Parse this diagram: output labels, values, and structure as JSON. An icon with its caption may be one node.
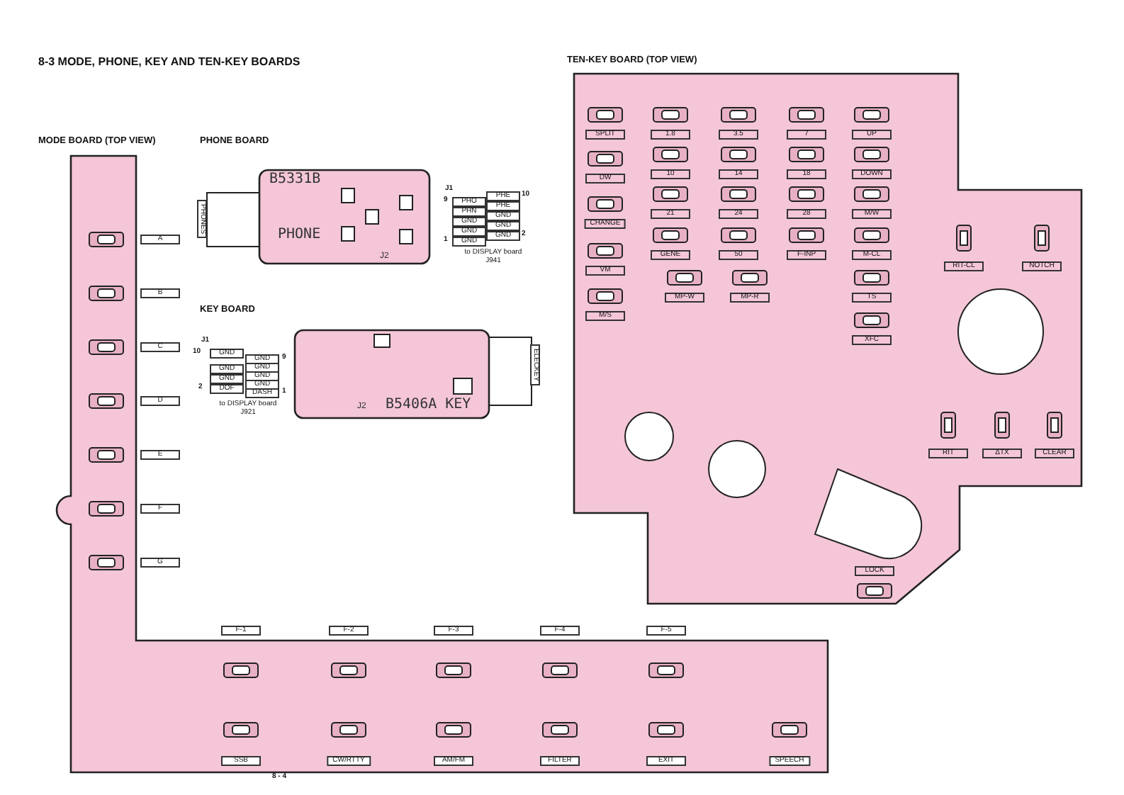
{
  "diagram": {
    "title": "8-3 MODE, PHONE, KEY AND TEN-KEY BOARDS",
    "labels": [
      "MODE BOARD (TOP VIEW)",
      "PHONE BOARD",
      "TEN-KEY BOARD (TOP VIEW)",
      "KEY BOARD",
      "A",
      "B",
      "C",
      "D",
      "E",
      "F",
      "G",
      "PHONES",
      "B5331B",
      "PHONE",
      "J2",
      "J1",
      "9",
      "PHO",
      "PHN",
      "GND",
      "GND",
      "1",
      "GND",
      "PHE",
      "10",
      "PHE",
      "GND",
      "GND",
      "GND",
      "2",
      "to DISPLAY board J941",
      "J1",
      "10",
      "GND",
      "GND",
      "GND",
      "2",
      "DOF",
      "GND",
      "9",
      "GND",
      "GND",
      "GND",
      "DASH",
      "1",
      "to DISPLAY board J921",
      "J2",
      "B5406A KEY",
      "ELECKEY",
      "SPLIT",
      "1.8",
      "3.5",
      "7",
      "UP",
      "DW",
      "10",
      "14",
      "18",
      "DOWN",
      "21",
      "24",
      "28",
      "M/W",
      "CHANGE",
      "GENE",
      "50",
      "F-INP",
      "M-CL",
      "RIT-CL",
      "NOTCH",
      "VM",
      "MP-W",
      "MP-R",
      "TS",
      "M/S",
      "XFC",
      "RIT",
      "ΔTX",
      "CLEAR",
      "LOCK",
      "F-1",
      "F-2",
      "F-3",
      "F-4",
      "F-5",
      "SSB",
      "CW/RTTY",
      "AM/FM",
      "FILTER",
      "EXIT",
      "SPEECH",
      "8 - 4"
    ]
  }
}
